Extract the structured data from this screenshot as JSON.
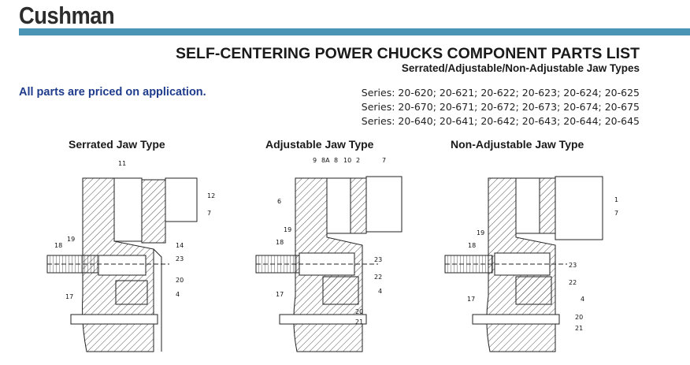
{
  "header": {
    "logo_text": "Cushman",
    "bar_color": "#4a95b5"
  },
  "page": {
    "title": "SELF-CENTERING POWER CHUCKS COMPONENT PARTS LIST",
    "subtitle": "Serrated/Adjustable/Non-Adjustable Jaw Types",
    "pricing_note": "All parts are priced on application.",
    "series": [
      "Series: 20-620; 20-621; 20-622; 20-623; 20-624; 20-625",
      "Series: 20-670; 20-671; 20-672; 20-673; 20-674; 20-675",
      "Series: 20-640; 20-641; 20-642; 20-643; 20-644; 20-645"
    ]
  },
  "diagrams": [
    {
      "label": "Serrated Jaw Type",
      "callouts": {
        "p11": "11",
        "p12": "12",
        "p7": "7",
        "p14": "14",
        "p23": "23",
        "p20": "20",
        "p4": "4",
        "p19": "19",
        "p18": "18",
        "p17": "17"
      }
    },
    {
      "label": "Adjustable Jaw Type",
      "callouts": {
        "p9": "9",
        "p8a": "8A",
        "p8": "8",
        "p10": "10",
        "p2": "2",
        "p7": "7",
        "p6": "6",
        "p19": "19",
        "p18": "18",
        "p23": "23",
        "p22": "22",
        "p17": "17",
        "p4": "4",
        "p20": "20",
        "p21": "21"
      }
    },
    {
      "label": "Non-Adjustable Jaw Type",
      "callouts": {
        "p1": "1",
        "p7": "7",
        "p19": "19",
        "p18": "18",
        "p23": "23",
        "p22": "22",
        "p17": "17",
        "p4": "4",
        "p20": "20",
        "p21": "21"
      }
    }
  ]
}
